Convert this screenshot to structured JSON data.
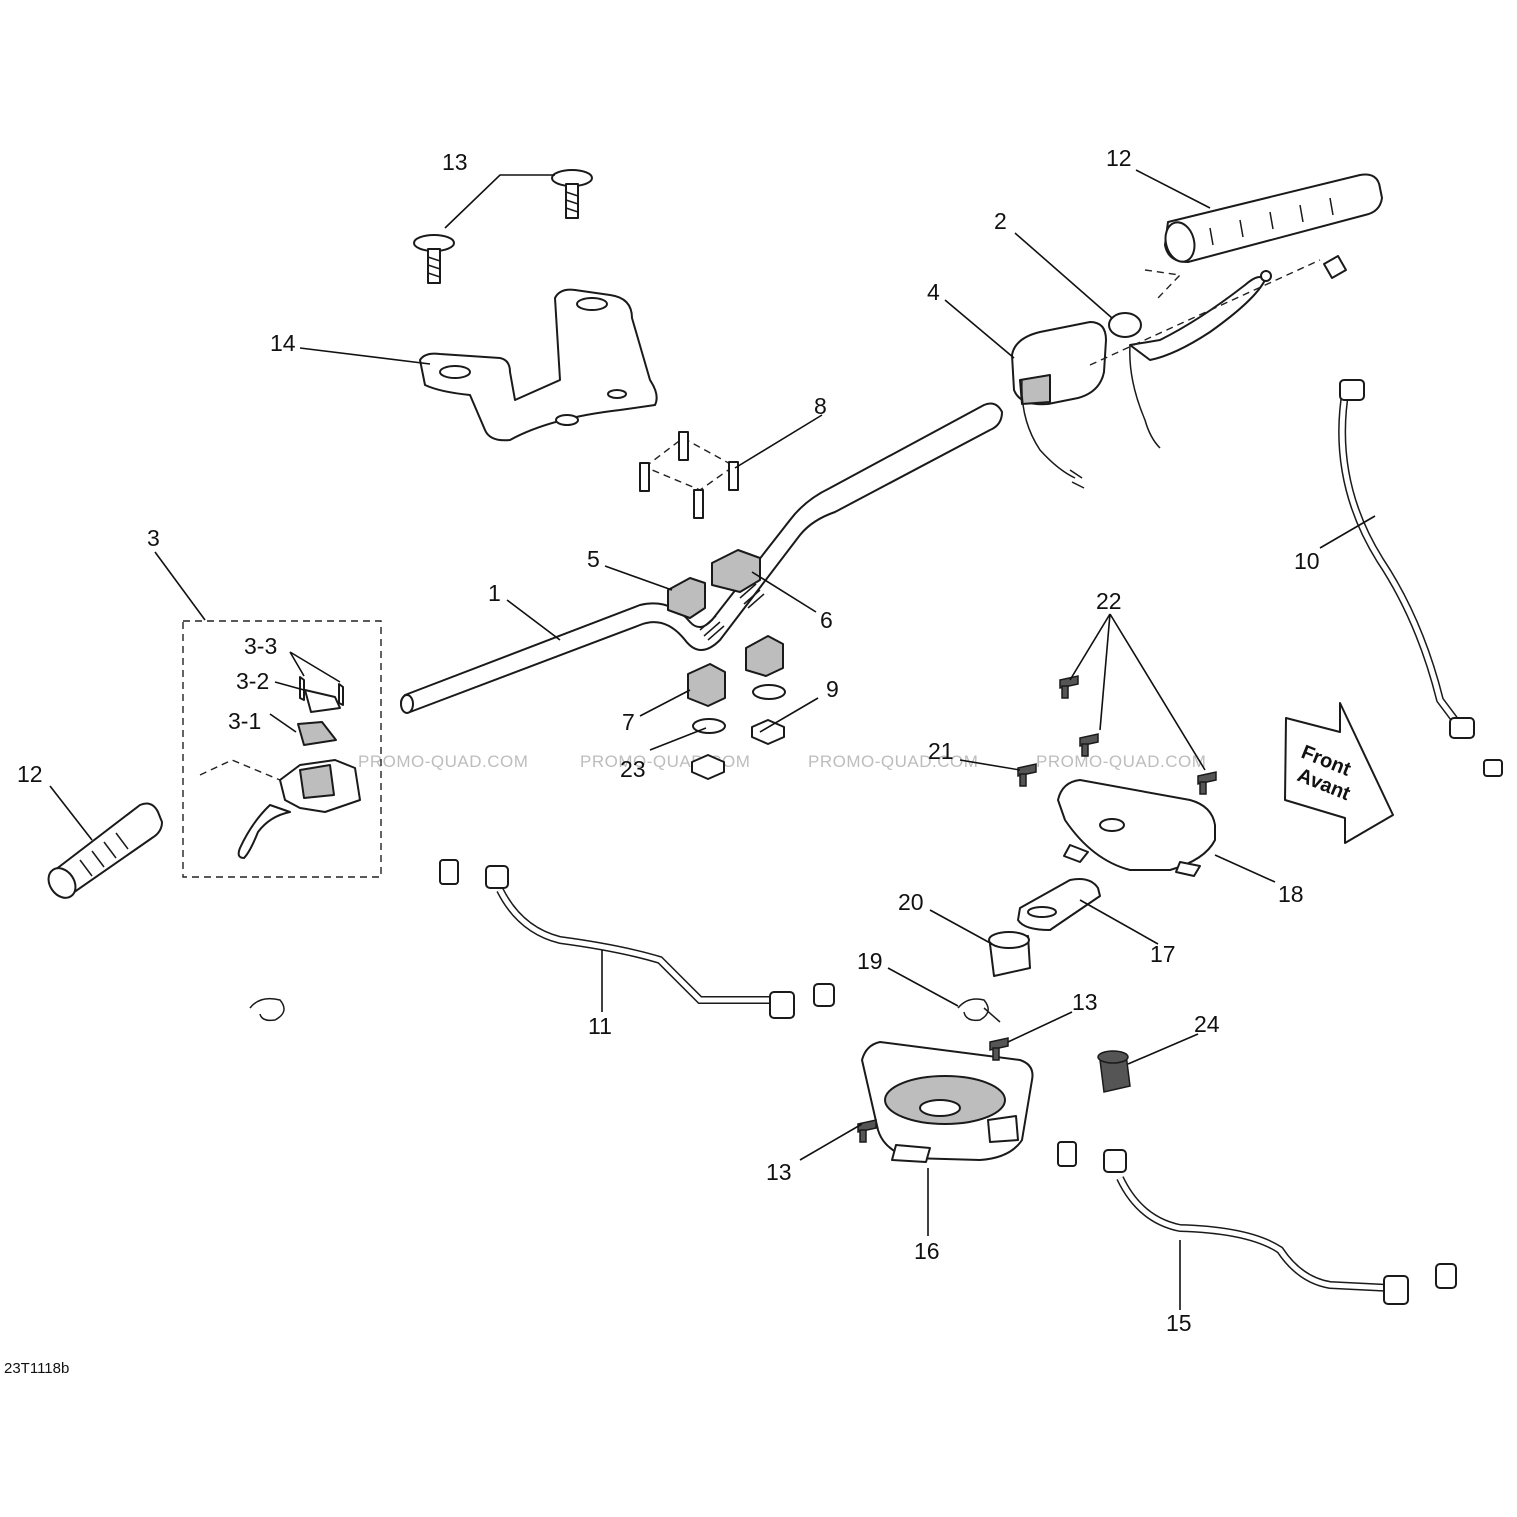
{
  "diagram": {
    "drawing_code": "23T1118b",
    "watermark": "PROMO-QUAD.COM",
    "direction_arrow": {
      "line1": "Front",
      "line2": "Avant"
    },
    "callouts": {
      "c1": "1",
      "c2": "2",
      "c3": "3",
      "c3_1": "3-1",
      "c3_2": "3-2",
      "c3_3": "3-3",
      "c4": "4",
      "c5": "5",
      "c6": "6",
      "c7": "7",
      "c8": "8",
      "c9": "9",
      "c10": "10",
      "c11": "11",
      "c12_left": "12",
      "c12_right": "12",
      "c13_top": "13",
      "c13_mid": "13",
      "c13_low": "13",
      "c14": "14",
      "c15": "15",
      "c16": "16",
      "c17": "17",
      "c18": "18",
      "c19": "19",
      "c20": "20",
      "c21": "21",
      "c22": "22",
      "c23": "23",
      "c24": "24"
    }
  }
}
